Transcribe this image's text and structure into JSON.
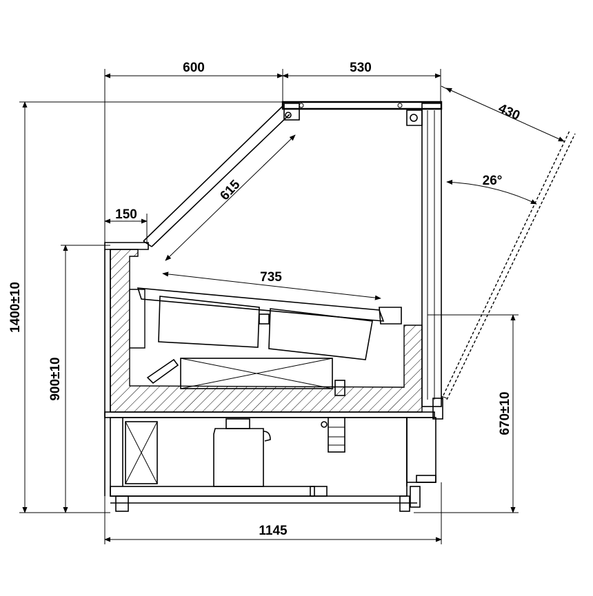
{
  "dimensions": {
    "top_left_width": "600",
    "top_right_width": "530",
    "glass_length": "430",
    "glass_angle": "26°",
    "front_glass": "615",
    "front_ledge": "150",
    "shelf_length": "735",
    "total_height": "1400±10",
    "counter_height": "900±10",
    "rear_height": "670±10",
    "total_width": "1145"
  }
}
